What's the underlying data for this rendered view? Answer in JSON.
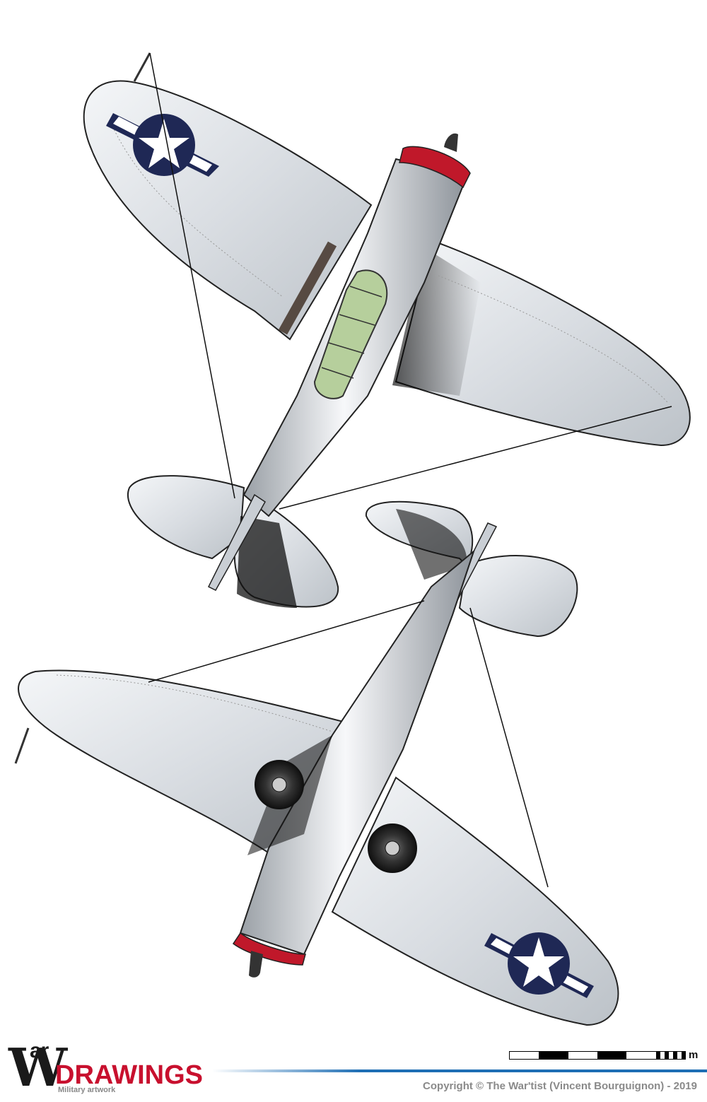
{
  "logo": {
    "initial": "W",
    "prefix": "ar",
    "name": "DRAWINGS",
    "tagline": "Military artwork"
  },
  "footer": {
    "copyright": "Copyright © The War'tist (Vincent Bourguignon) - 2019"
  },
  "scale": {
    "unit": "m",
    "segments": [
      "white",
      "black",
      "white",
      "black",
      "white",
      "checker"
    ]
  },
  "colors": {
    "aluminium": "#dfe3e8",
    "spinner_red": "#c0182a",
    "roundel_blue": "#1f2855",
    "canopy_green": "#a9c98a",
    "logo_red": "#c8102e",
    "accent_blue": "#1e6eb4"
  },
  "icons": {
    "roundel": "usaaf-star-insignia",
    "aircraft": "single-engine-fighter"
  }
}
